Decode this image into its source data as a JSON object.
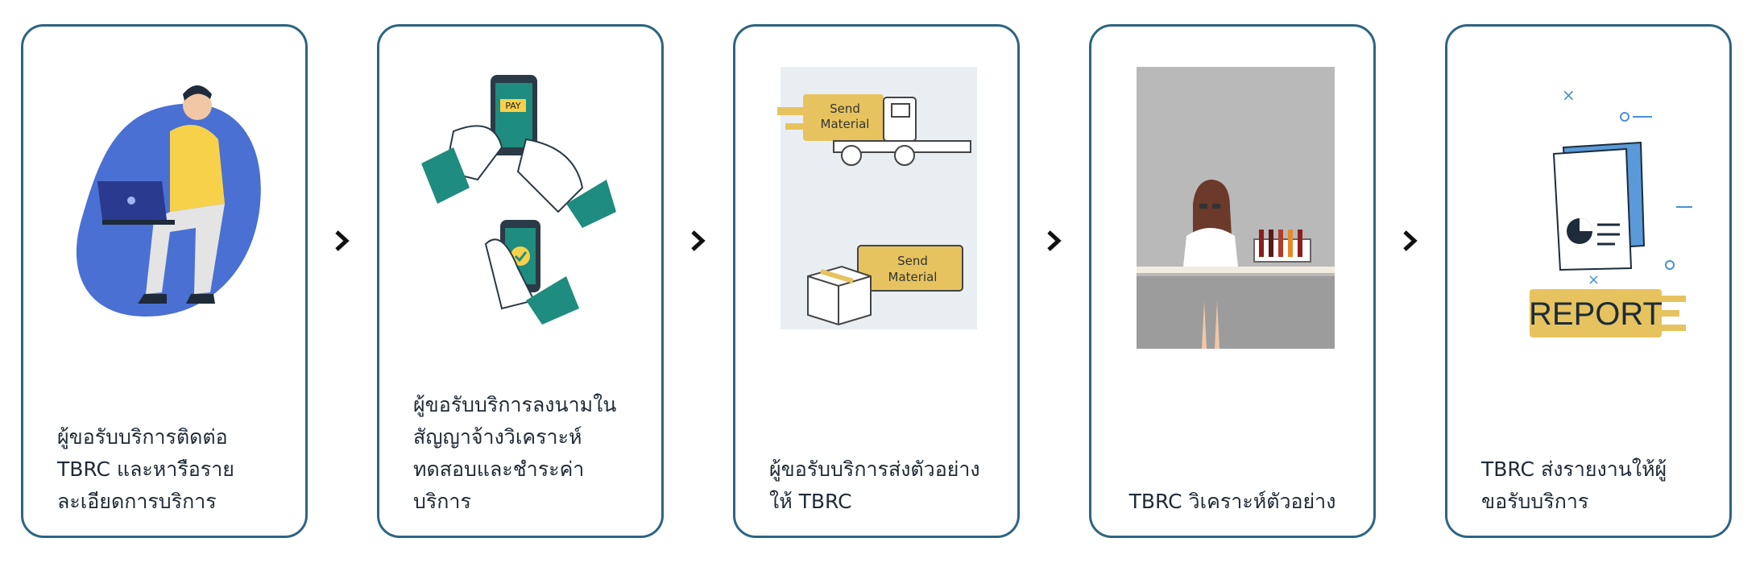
{
  "steps": [
    {
      "lines": [
        "ผู้ขอรับบริการติดต่อ",
        "TBRC และหารือราย",
        "ละเอียดการบริการ"
      ]
    },
    {
      "lines": [
        "ผู้ขอรับบริการลงนามใน",
        "สัญญาจ้างวิเคราะห์",
        "ทดสอบและชำระค่า",
        "บริการ"
      ],
      "pay_label": "PAY"
    },
    {
      "lines": [
        "ผู้ขอรับบริการส่งตัวอย่าง",
        "ให้ TBRC"
      ],
      "truck_label": [
        "Send",
        "Material"
      ],
      "box_label": [
        "Send",
        "Material"
      ]
    },
    {
      "lines": [
        "TBRC วิเคราะห์ตัวอย่าง"
      ]
    },
    {
      "lines": [
        "TBRC ส่งรายงานให้ผู้",
        "ขอรับบริการ"
      ],
      "report_label": "REPORT"
    }
  ],
  "colors": {
    "border": "#2c6582",
    "blue": "#4a70d4",
    "teal": "#1e8c7e",
    "gold": "#e6c35f"
  }
}
